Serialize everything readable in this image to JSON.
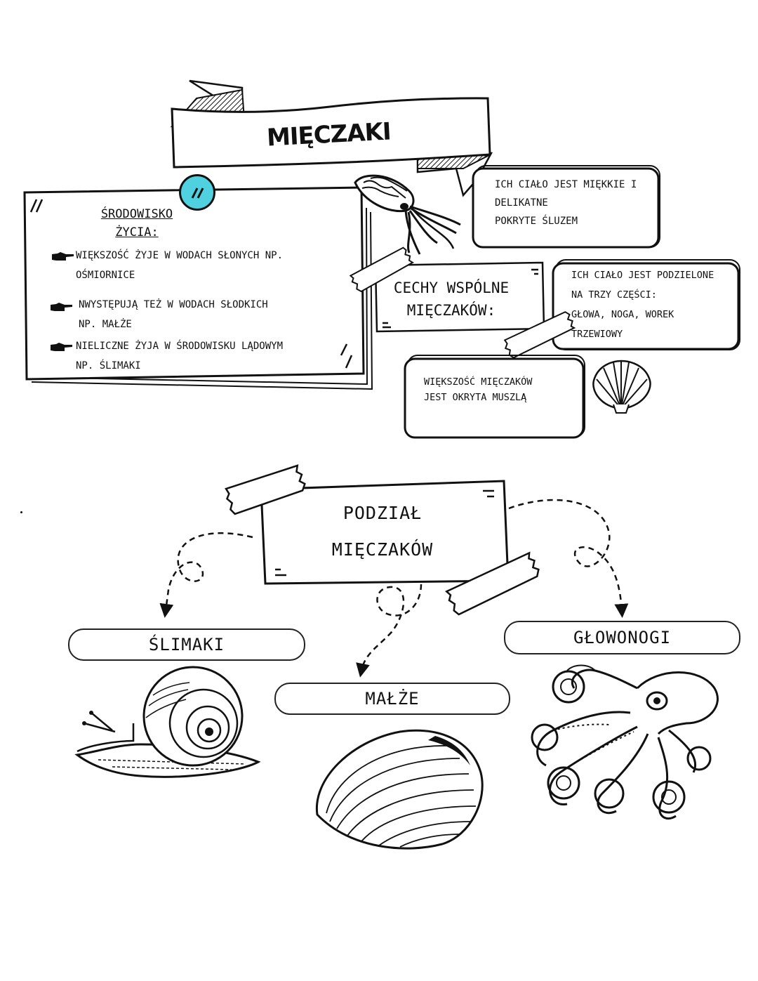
{
  "title": "MIĘCZAKI",
  "environment": {
    "heading_line1": "ŚRODOWISKO",
    "heading_line2": "ŻYCIA:",
    "bullets": [
      {
        "line1": "WIĘKSZOŚĆ ŻYJE W WODACH SŁONYCH NP.",
        "line2": "OŚMIORNICE"
      },
      {
        "line1": "NWYSTĘPUJĄ TEŻ W WODACH SŁODKICH",
        "line2": "NP. MAŁŻE"
      },
      {
        "line1": "NIELICZNE ŻYJA W ŚRODOWISKU LĄDOWYM",
        "line2": "NP. ŚLIMAKI"
      }
    ]
  },
  "common": {
    "line1": "CECHY WSPÓLNE",
    "line2": "MIĘCZAKÓW:"
  },
  "facts": [
    {
      "lines": [
        "ICH CIAŁO JEST MIĘKKIE I",
        "DELIKATNE",
        "POKRYTE ŚLUZEM"
      ]
    },
    {
      "lines": [
        "ICH CIAŁO JEST PODZIELONE",
        "NA TRZY CZĘŚCI:",
        "GŁOWA, NOGA, WOREK",
        "TRZEWIOWY"
      ]
    },
    {
      "lines": [
        "WIĘKSZOŚĆ MIĘCZAKÓW",
        "JEST OKRYTA MUSZLĄ"
      ]
    }
  ],
  "division": {
    "line1": "PODZIAŁ",
    "line2": "MIĘCZAKÓW"
  },
  "groups": [
    "ŚLIMAKI",
    "MAŁŻE",
    "GŁOWONOGI"
  ],
  "icons": [
    "hand-pointer-icon",
    "squid-illustration",
    "scallop-shell-illustration",
    "snail-illustration",
    "clam-illustration",
    "octopus-illustration"
  ],
  "colors": {
    "accent": "#4fd1e0",
    "ink": "#111111"
  }
}
